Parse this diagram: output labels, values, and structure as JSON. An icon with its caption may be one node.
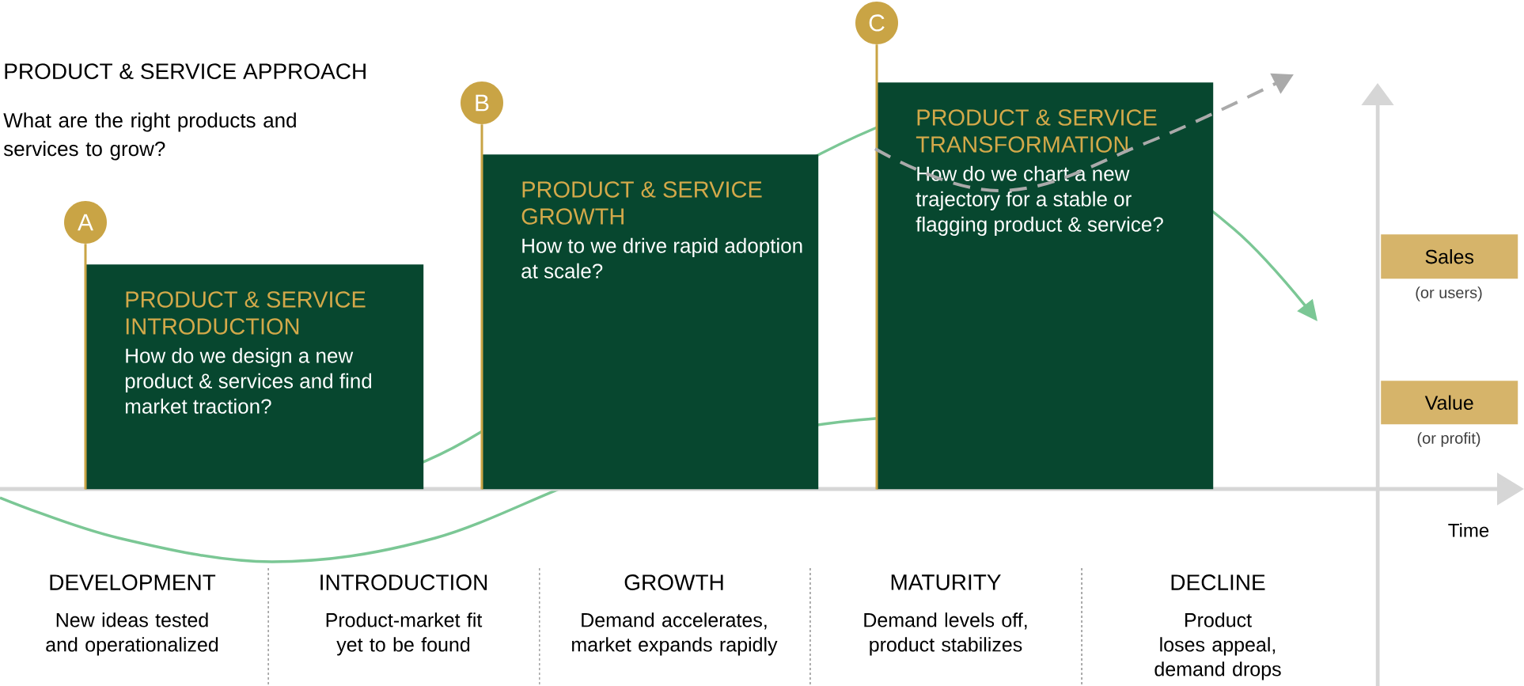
{
  "diagram": {
    "title": "PRODUCT & SERVICE APPROACH",
    "nodes": [
      {
        "text": [
          "A"
        ]
      },
      {
        "text": [
          "PRODUCT & SERVICE INTRODUCTION",
          "How do we design a new product & services and find market traction?"
        ]
      },
      {
        "text": [
          "B"
        ]
      },
      {
        "text": [
          "PRODUCT & SERVICE GROWTH",
          "How to we drive rapid adoption at scale?"
        ]
      },
      {
        "text": [
          "C"
        ]
      },
      {
        "text": [
          "PRODUCT & SERVICE TRANSFORMATION",
          "How do we chart a new trajectory for a stable or flagging product & service?"
        ]
      },
      {
        "text": [
          "Sales"
        ],
        "beside": [
          "(or users)"
        ]
      },
      {
        "text": [
          "Value"
        ],
        "beside": [
          "(or profit)"
        ]
      }
    ],
    "edges": [
      {
        "from": 0,
        "to": 1,
        "arrow": "none"
      },
      {
        "from": 2,
        "to": 3,
        "arrow": "none"
      },
      {
        "from": 4,
        "to": 5,
        "arrow": "none"
      }
    ],
    "labels": [
      "What are the right products and services to grow?",
      "Time",
      "DEVELOPMENT",
      "New ideas tested and operationalized",
      "INTRODUCTION",
      "Product-market fit yet to be found",
      "GROWTH",
      "Demand accelerates, market expands rapidly",
      "MATURITY",
      "Demand levels off, product stabilizes",
      "DECLINE",
      "Product loses appeal, demand drops"
    ]
  }
}
